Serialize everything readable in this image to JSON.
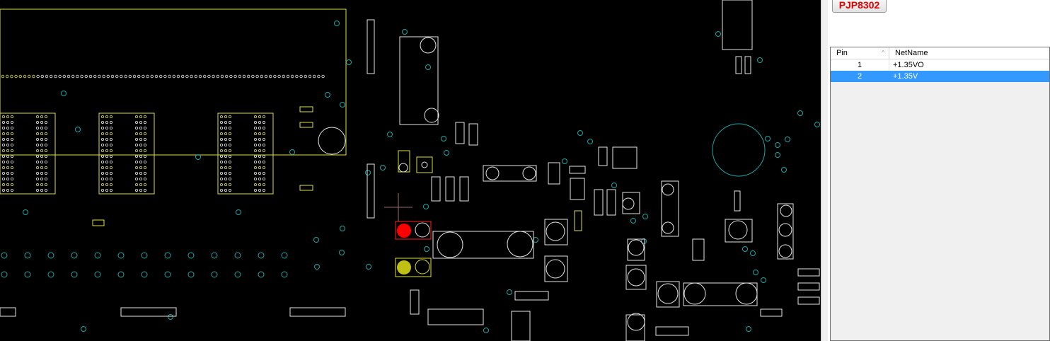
{
  "component": {
    "designator": "PJP8302"
  },
  "pin_table": {
    "columns": [
      "Pin",
      "NetName"
    ],
    "sort_indicator": "^",
    "rows": [
      {
        "pin": "1",
        "net": "+1.35VO",
        "selected": false
      },
      {
        "pin": "2",
        "net": "+1.35V",
        "selected": true
      }
    ]
  },
  "colors": {
    "background": "#000000",
    "outline": "#e6e6e6",
    "highlight_yellow": "#bfbf14",
    "via_cyan": "#1ea5a5",
    "selected_pad": "#ff0000",
    "selected_row": "#3399ff"
  }
}
